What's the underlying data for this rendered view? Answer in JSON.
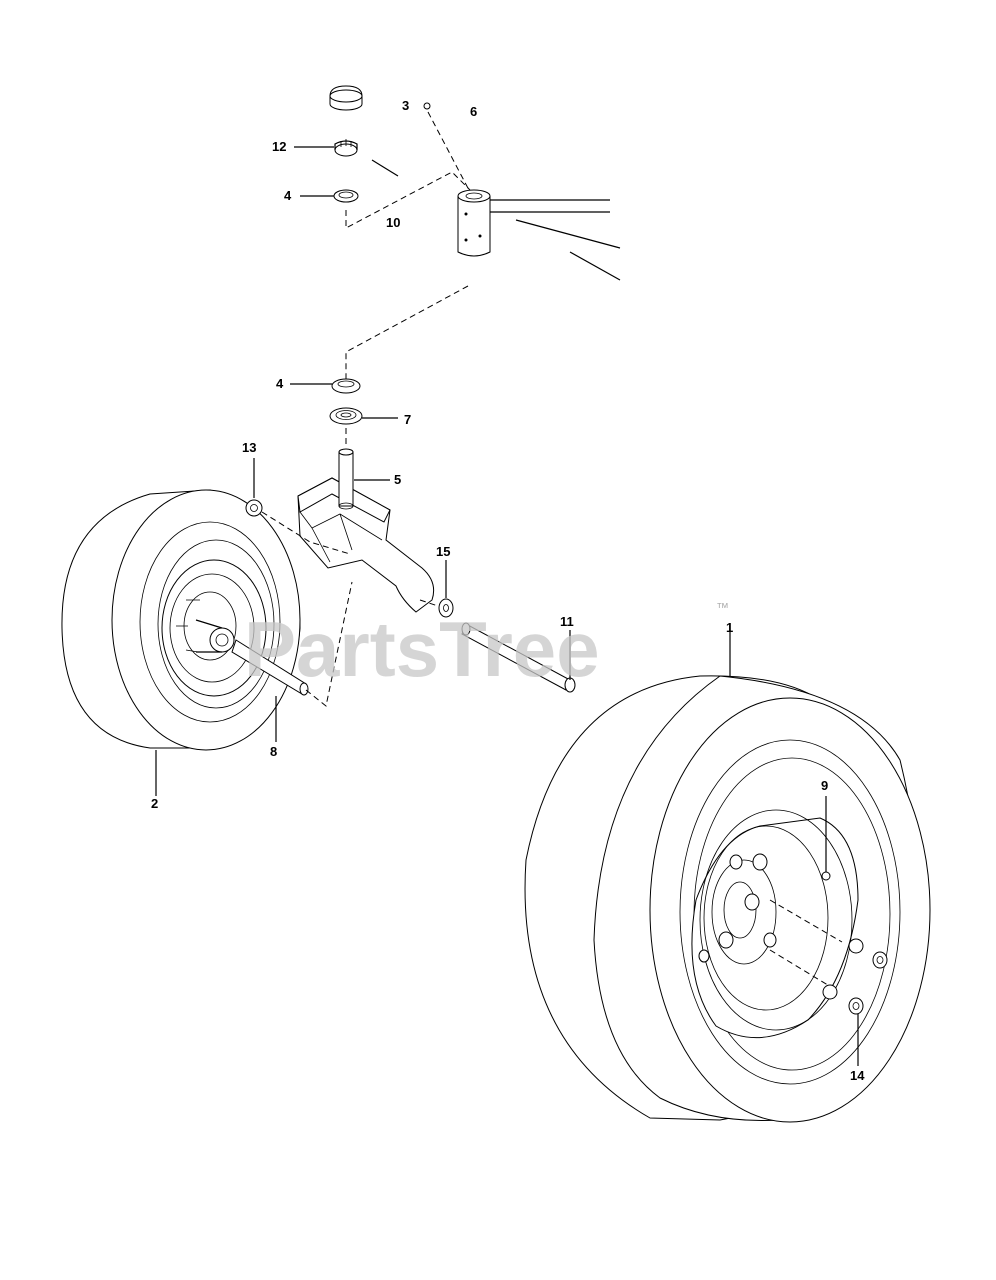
{
  "watermark": {
    "brand": "PartsTree",
    "trademark": "™"
  },
  "callouts": [
    {
      "id": "label-3",
      "text": "3"
    },
    {
      "id": "label-6",
      "text": "6"
    },
    {
      "id": "label-12",
      "text": "12"
    },
    {
      "id": "label-4a",
      "text": "4"
    },
    {
      "id": "label-10",
      "text": "10"
    },
    {
      "id": "label-4b",
      "text": "4"
    },
    {
      "id": "label-7",
      "text": "7"
    },
    {
      "id": "label-13",
      "text": "13"
    },
    {
      "id": "label-5",
      "text": "5"
    },
    {
      "id": "label-15",
      "text": "15"
    },
    {
      "id": "label-11",
      "text": "11"
    },
    {
      "id": "label-1",
      "text": "1"
    },
    {
      "id": "label-8",
      "text": "8"
    },
    {
      "id": "label-2",
      "text": "2"
    },
    {
      "id": "label-9",
      "text": "9"
    },
    {
      "id": "label-14",
      "text": "14"
    }
  ]
}
